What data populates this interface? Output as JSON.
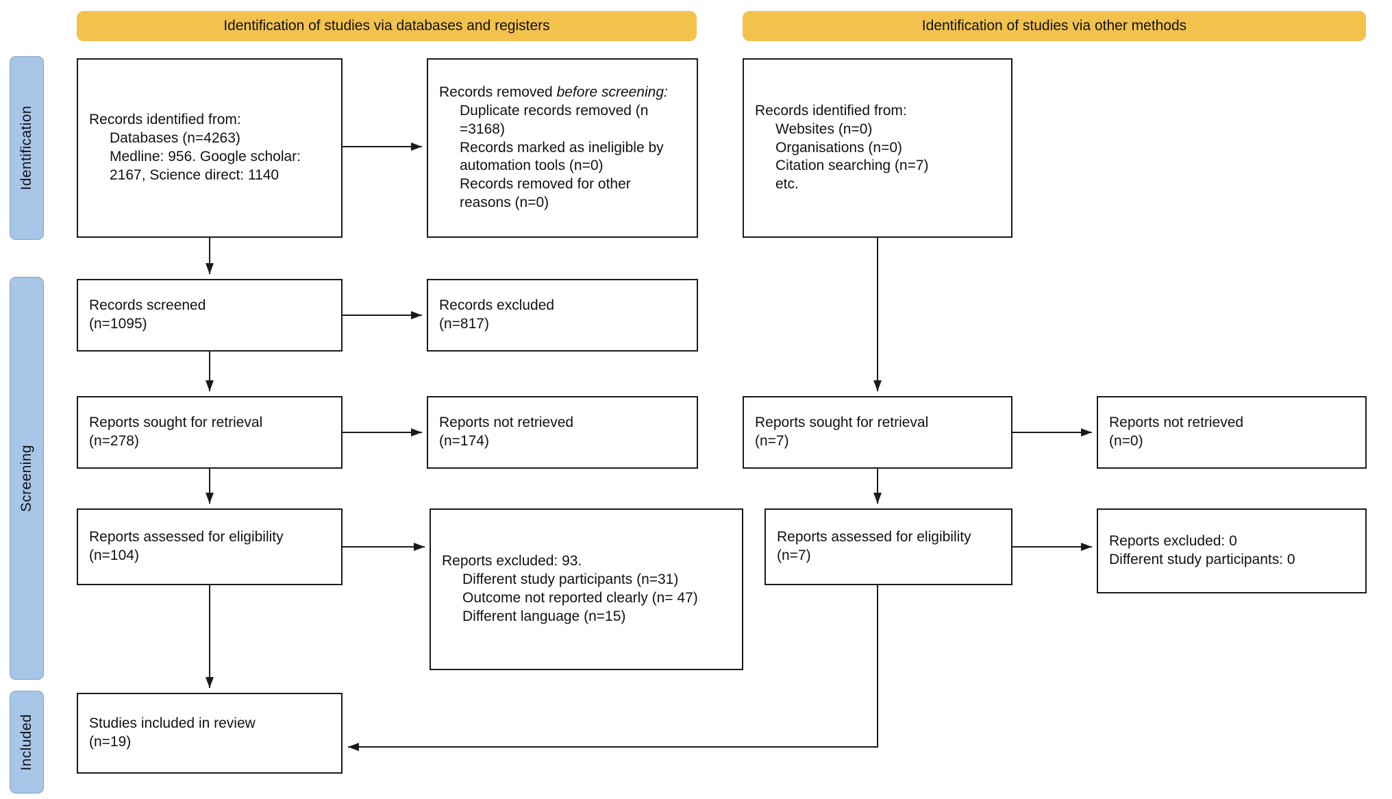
{
  "banners": {
    "databases": "Identification of studies via databases and registers",
    "other": "Identification of studies via other methods"
  },
  "stages": {
    "identification": "Identification",
    "screening": "Screening",
    "included": "Included"
  },
  "colors": {
    "banner_bg": "#F2C24D",
    "stage_bg": "#A8C6E7",
    "box_border": "#1A1A1A",
    "arrow": "#1A1A1A",
    "background": "#FFFFFF"
  },
  "boxes": {
    "records_identified_db": {
      "title": "Records identified from:",
      "items": [
        "Databases (n=4263)",
        "Medline: 956. Google scholar: 2167, Science direct: 1140"
      ]
    },
    "records_removed": {
      "title_normal": "Records removed ",
      "title_italic": "before screening:",
      "items": [
        "Duplicate records removed (n =3168)",
        "Records marked as ineligible by automation tools (n=0)",
        "Records removed for other reasons (n=0)"
      ]
    },
    "records_identified_other": {
      "title": "Records identified from:",
      "items": [
        "Websites (n=0)",
        "Organisations (n=0)",
        "Citation searching (n=7)",
        "etc."
      ]
    },
    "records_screened": {
      "line1": "Records screened",
      "line2": "(n=1095)"
    },
    "records_excluded": {
      "line1": "Records excluded",
      "line2": "(n=817)"
    },
    "reports_sought_db": {
      "line1": "Reports sought for retrieval",
      "line2": "(n=278)"
    },
    "reports_not_retrieved_db": {
      "line1": "Reports not retrieved",
      "line2": "(n=174)"
    },
    "reports_sought_other": {
      "line1": "Reports sought for retrieval",
      "line2": "(n=7)"
    },
    "reports_not_retrieved_other": {
      "line1": "Reports not retrieved",
      "line2": "(n=0)"
    },
    "reports_assessed_db": {
      "line1": "Reports assessed for eligibility",
      "line2": "(n=104)"
    },
    "reports_excluded_db": {
      "title": "Reports excluded: 93.",
      "items": [
        "Different study participants (n=31)",
        "Outcome not reported clearly (n= 47)",
        "Different language (n=15)"
      ]
    },
    "reports_assessed_other": {
      "line1": "Reports assessed for eligibility",
      "line2": "(n=7)"
    },
    "reports_excluded_other": {
      "line1": "Reports excluded: 0",
      "line2": "Different study participants: 0"
    },
    "studies_included": {
      "line1": "Studies included in review",
      "line2": "(n=19)"
    }
  }
}
